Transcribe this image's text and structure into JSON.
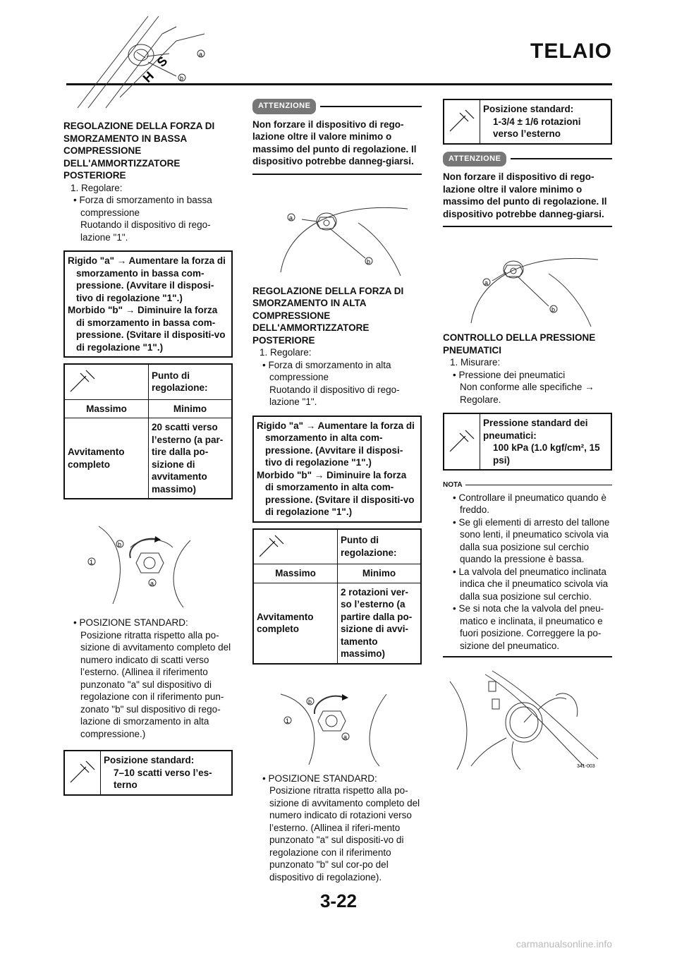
{
  "header": {
    "title": "TELAIO",
    "page_number": "3-22"
  },
  "watermark": "carmanualsonline.info",
  "col1": {
    "fig1_labels": [
      "a",
      "b",
      "H",
      "S"
    ],
    "heading": "REGOLAZIONE DELLA FORZA DI SMORZAMENTO IN BASSA COMPRESSIONE DELL'AMMORTIZZATORE POSTERIORE",
    "step": "1. Regolare:",
    "bullet": "• Forza di smorzamento in bassa compressione",
    "sub": "Ruotando il dispositivo di rego-lazione \"1\".",
    "box_l1": "Rigido \"a\" → Aumentare la forza di smorzamento in bassa com-pressione. (Avvitare il disposi-tivo di regolazione \"1\".)",
    "box_l2": "Morbido \"b\" → Diminuire la forza di smorzamento in bassa com-pressione. (Svitare il dispositi-vo di regolazione \"1\".)",
    "tbl_title": "Punto di regolazione:",
    "tbl_h1": "Massimo",
    "tbl_h2": "Minimo",
    "tbl_v1": "Avvitamento completo",
    "tbl_v2": "20 scatti verso l’esterno (a par-tire dalla po-sizione di avvitamento massimo)",
    "fig2_labels": [
      "b",
      "1",
      "a"
    ],
    "pos_bullet": "• POSIZIONE STANDARD:",
    "pos_text": "Posizione ritratta rispetto alla po-sizione di avvitamento completo del numero indicato di scatti verso l’esterno. (Allinea il riferimento punzonato \"a\" sul dispositivo di regolazione con il riferimento pun-zonato \"b\" sul dispositivo di rego-lazione di smorzamento in alta compressione.)",
    "std_title": "Posizione standard:",
    "std_value": "7–10 scatti verso l’es-terno"
  },
  "col2": {
    "warn_badge": "ATTENZIONE",
    "warn_text": "Non forzare il dispositivo di rego-lazione oltre il valore minimo o massimo del punto di regolazione. Il dispositivo potrebbe danneg-giarsi.",
    "fig1_labels": [
      "a",
      "b"
    ],
    "heading": "REGOLAZIONE DELLA FORZA DI SMORZAMENTO IN ALTA COMPRESSIONE DELL'AMMORTIZZATORE POSTERIORE",
    "step": "1. Regolare:",
    "bullet": "• Forza di smorzamento in alta compressione",
    "sub": "Ruotando il dispositivo di rego-lazione \"1\".",
    "box_l1": "Rigido \"a\" → Aumentare la forza di smorzamento in alta com-pressione. (Avvitare il disposi-tivo di regolazione \"1\".)",
    "box_l2": "Morbido \"b\" → Diminuire la forza di smorzamento in alta com-pressione. (Svitare il dispositi-vo di regolazione \"1\".)",
    "tbl_title": "Punto di regolazione:",
    "tbl_h1": "Massimo",
    "tbl_h2": "Minimo",
    "tbl_v1": "Avvitamento completo",
    "tbl_v2": "2 rotazioni ver-so l’esterno (a partire dalla po-sizione di avvi-tamento massimo)",
    "fig2_labels": [
      "b",
      "1",
      "a"
    ],
    "pos_bullet": "• POSIZIONE STANDARD:",
    "pos_text": "Posizione ritratta rispetto alla po-sizione di avvitamento completo del numero indicato di rotazioni verso l’esterno. (Allinea il riferi-mento punzonato \"a\" sul dispositi-vo di regolazione con il riferimento punzonato \"b\" sul cor-po del dispositivo di regolazione)."
  },
  "col3": {
    "std_title": "Posizione standard:",
    "std_value": "1-3/4 ± 1/6 rotazioni verso l’esterno",
    "warn_badge": "ATTENZIONE",
    "warn_text": "Non forzare il dispositivo di rego-lazione oltre il valore minimo o massimo del punto di regolazione. Il dispositivo potrebbe danneg-giarsi.",
    "fig1_labels": [
      "a",
      "b"
    ],
    "heading": "CONTROLLO DELLA PRESSIONE PNEUMATICI",
    "step": "1. Misurare:",
    "bullet": "• Pressione dei pneumatici",
    "sub": "Non conforme alle specifiche → Regolare.",
    "press_title": "Pressione standard dei pneumatici:",
    "press_value": "100 kPa (1.0 kgf/cm², 15 psi)",
    "nota": "NOTA",
    "notes": [
      "• Controllare il pneumatico quando è freddo.",
      "• Se gli elementi di arresto del tallone sono lenti, il pneumatico scivola via dalla sua posizione sul cerchio quando la pressione è bassa.",
      "• La valvola del pneumatico inclinata indica che il pneumatico scivola via dalla sua posizione sul cerchio.",
      "• Se si nota che la valvola del pneu-matico e inclinata, il pneumatico e fuori posizione. Correggere la po-sizione del pneumatico."
    ],
    "fig2_code": "341-003"
  },
  "icons": {
    "wrench": "wrench-icon"
  }
}
